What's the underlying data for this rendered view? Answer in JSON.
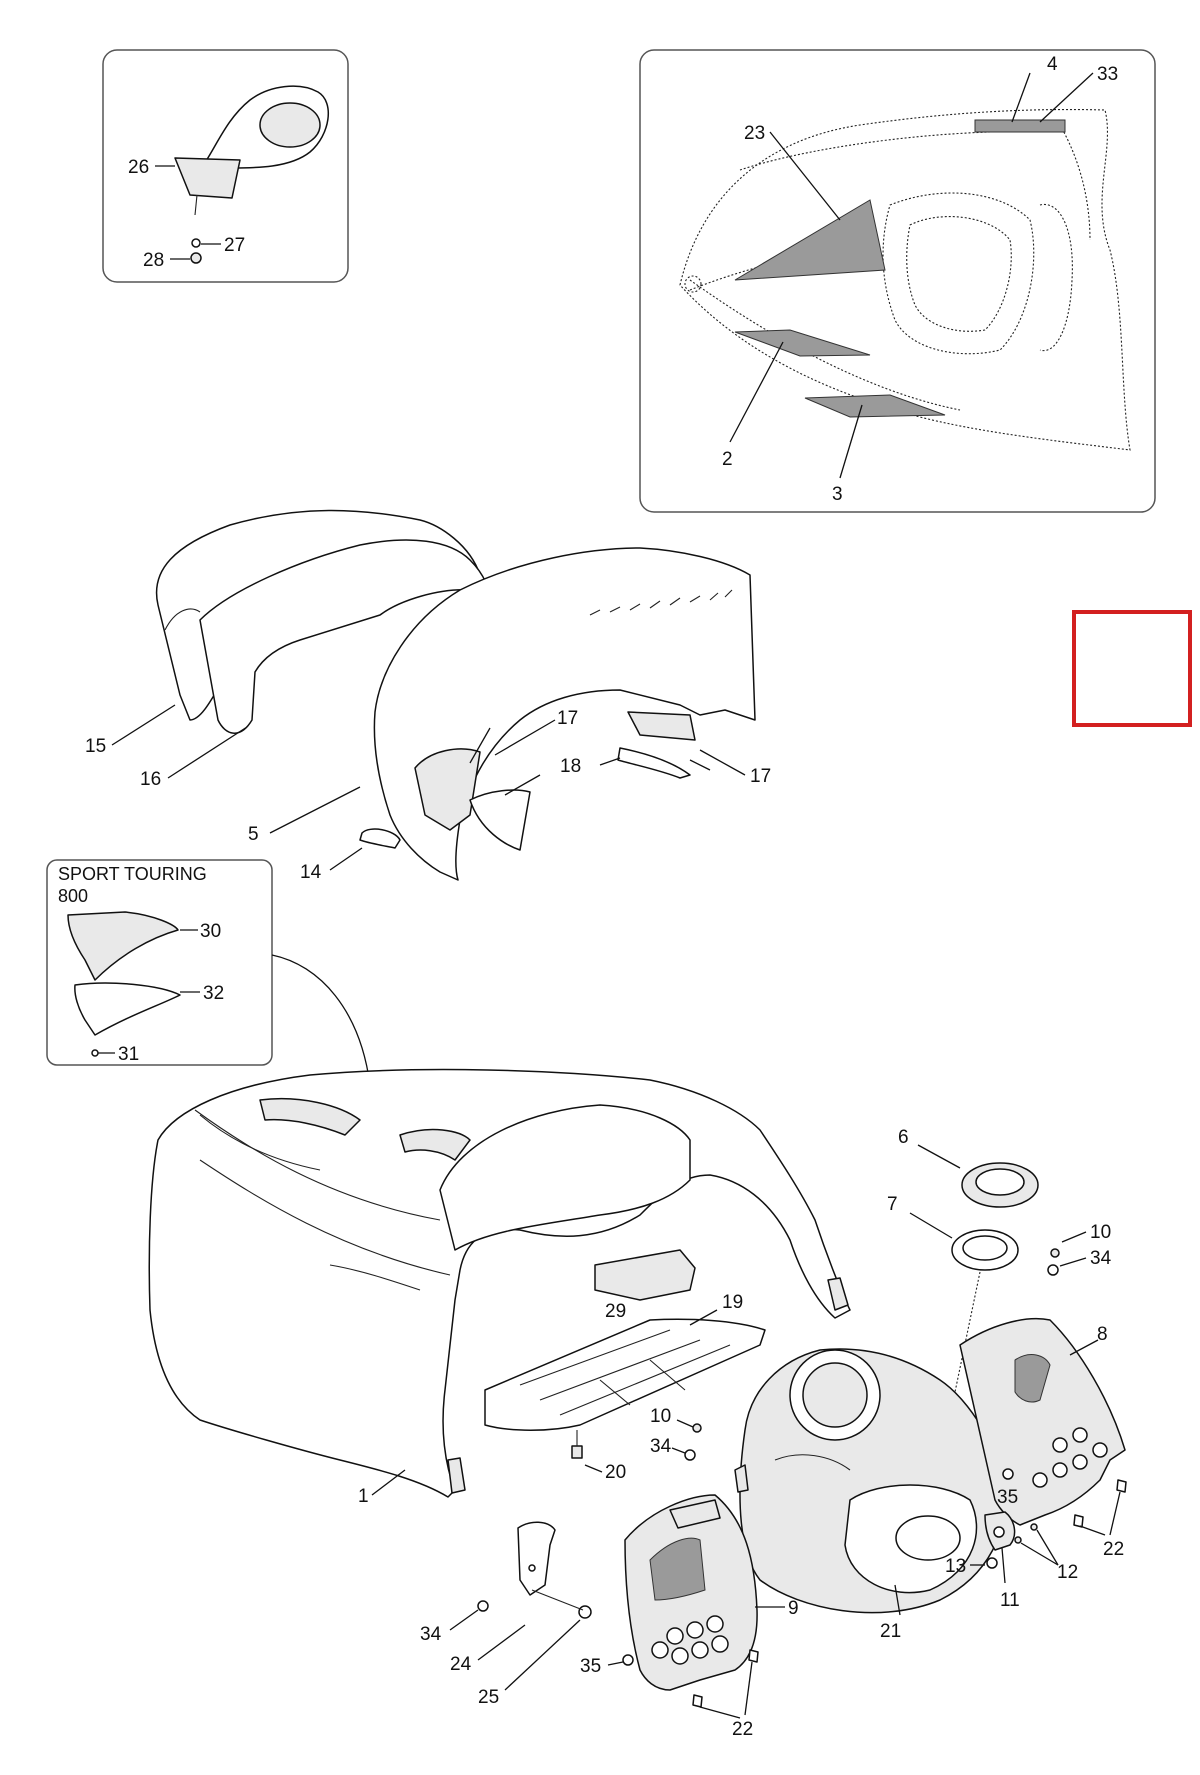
{
  "inset_variant": {
    "title_line1": "SPORT TOURING",
    "title_line2": "800"
  },
  "callouts": {
    "p1": "1",
    "p2": "2",
    "p3": "3",
    "p4": "4",
    "p5": "5",
    "p6": "6",
    "p7": "7",
    "p8": "8",
    "p9": "9",
    "p10a": "10",
    "p10b": "10",
    "p11": "11",
    "p12": "12",
    "p13": "13",
    "p14": "14",
    "p15": "15",
    "p16": "16",
    "p17a": "17",
    "p17b": "17",
    "p18": "18",
    "p19": "19",
    "p20": "20",
    "p21": "21",
    "p22a": "22",
    "p22b": "22",
    "p23": "23",
    "p24": "24",
    "p25": "25",
    "p26": "26",
    "p27": "27",
    "p28": "28",
    "p29": "29",
    "p30": "30",
    "p31": "31",
    "p32": "32",
    "p33": "33",
    "p34a": "34",
    "p34b": "34",
    "p34c": "34",
    "p35a": "35",
    "p35b": "35"
  },
  "colors": {
    "marker": "#d32020",
    "line": "#111111"
  }
}
